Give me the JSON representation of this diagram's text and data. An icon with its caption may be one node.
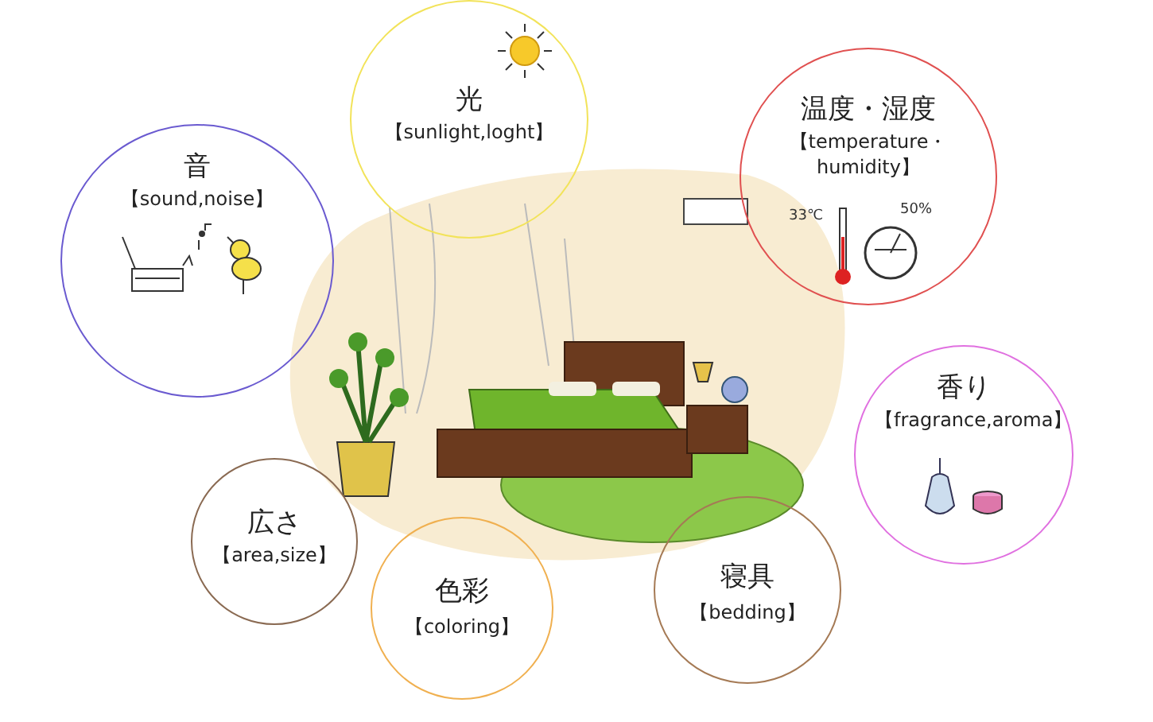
{
  "diagram": {
    "nodes": [
      {
        "text": [
          "光",
          "【sunlight,loght】"
        ]
      },
      {
        "text": [
          "温度・湿度",
          "【temperature・humidity】"
        ]
      },
      {
        "text": [
          "音",
          "【sound,noise】"
        ]
      },
      {
        "text": [
          "香り",
          "【fragrance,aroma】"
        ]
      },
      {
        "text": [
          "広さ",
          "【area,size】"
        ]
      },
      {
        "text": [
          "寝具",
          "【bedding】"
        ]
      },
      {
        "text": [
          "色彩",
          "【coloring】"
        ]
      }
    ],
    "labels": [
      "33℃",
      "50%"
    ]
  }
}
